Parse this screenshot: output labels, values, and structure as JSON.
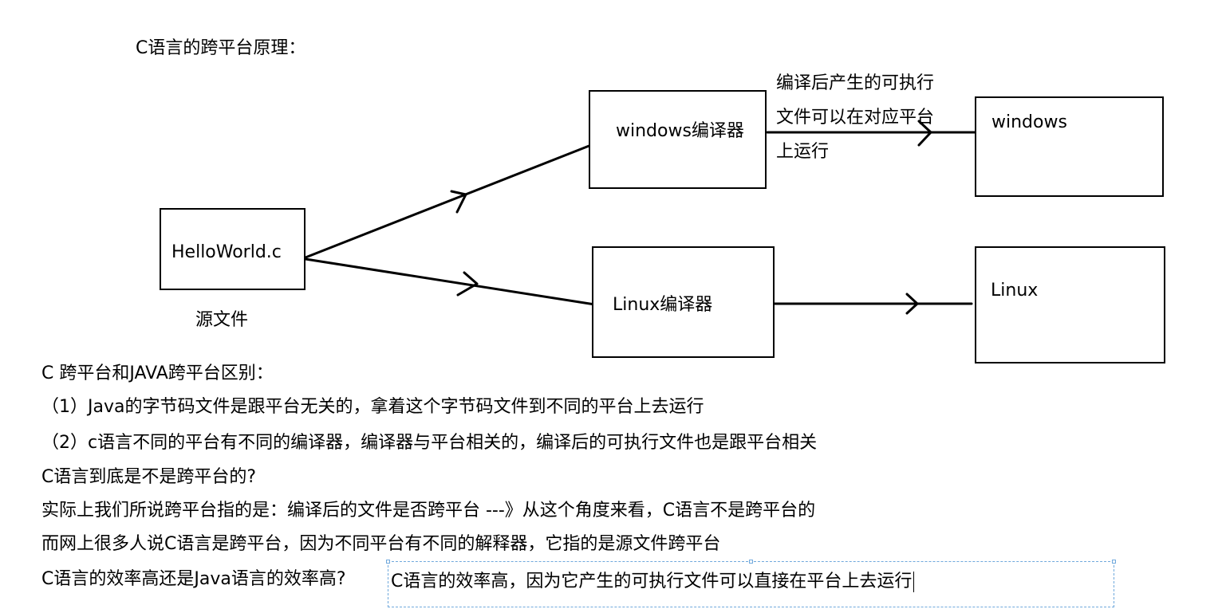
{
  "diagram": {
    "title": "C语言的跨平台原理：",
    "source_box_label": "HelloWorld.c",
    "source_caption": "源文件",
    "windows_compiler_label": "windows编译器",
    "linux_compiler_label": "Linux编译器",
    "windows_target_label": "windows",
    "linux_target_label": "Linux",
    "note_line1": "编译后产生的可执行",
    "note_line2": "文件可以在对应平台",
    "note_line3": "上运行"
  },
  "notes": {
    "heading": "C 跨平台和JAVA跨平台区别：",
    "item1": "（1）Java的字节码文件是跟平台无关的，拿着这个字节码文件到不同的平台上去运行",
    "item2": "（2）c语言不同的平台有不同的编译器，编译器与平台相关的，编译后的可执行文件也是跟平台相关",
    "question1": "C语言到底是不是跨平台的?",
    "answer1": "实际上我们所说跨平台指的是：编译后的文件是否跨平台 ---》从这个角度来看，C语言不是跨平台的",
    "answer2": "而网上很多人说C语言是跨平台，因为不同平台有不同的解释器，它指的是源文件跨平台",
    "question2": "C语言的效率高还是Java语言的效率高?",
    "answer3": "C语言的效率高，因为它产生的可执行文件可以直接在平台上去运行"
  }
}
